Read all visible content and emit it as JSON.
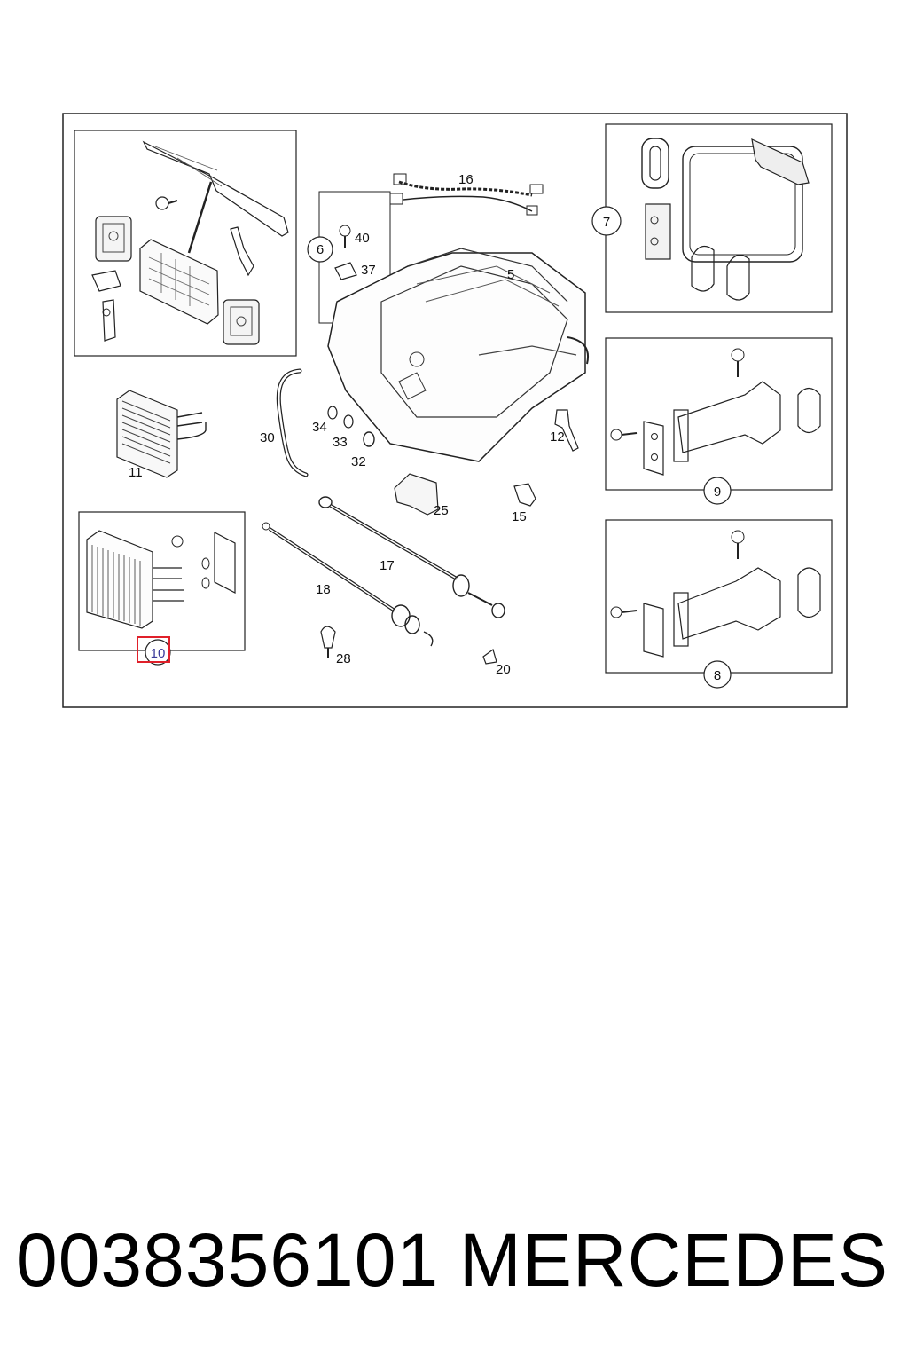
{
  "diagram": {
    "labels": {
      "n5": "5",
      "n6": "6",
      "n7": "7",
      "n8": "8",
      "n9": "9",
      "n10": "10",
      "n11": "11",
      "n12": "12",
      "n15": "15",
      "n16": "16",
      "n17": "17",
      "n18": "18",
      "n20": "20",
      "n25": "25",
      "n28": "28",
      "n30": "30",
      "n32": "32",
      "n33": "33",
      "n34": "34",
      "n37": "37",
      "n40": "40"
    },
    "highlighted_callout": "10",
    "highlight_color": "#e0202a"
  },
  "caption": {
    "part_number": "0038356101",
    "brand": "MERCEDES"
  }
}
